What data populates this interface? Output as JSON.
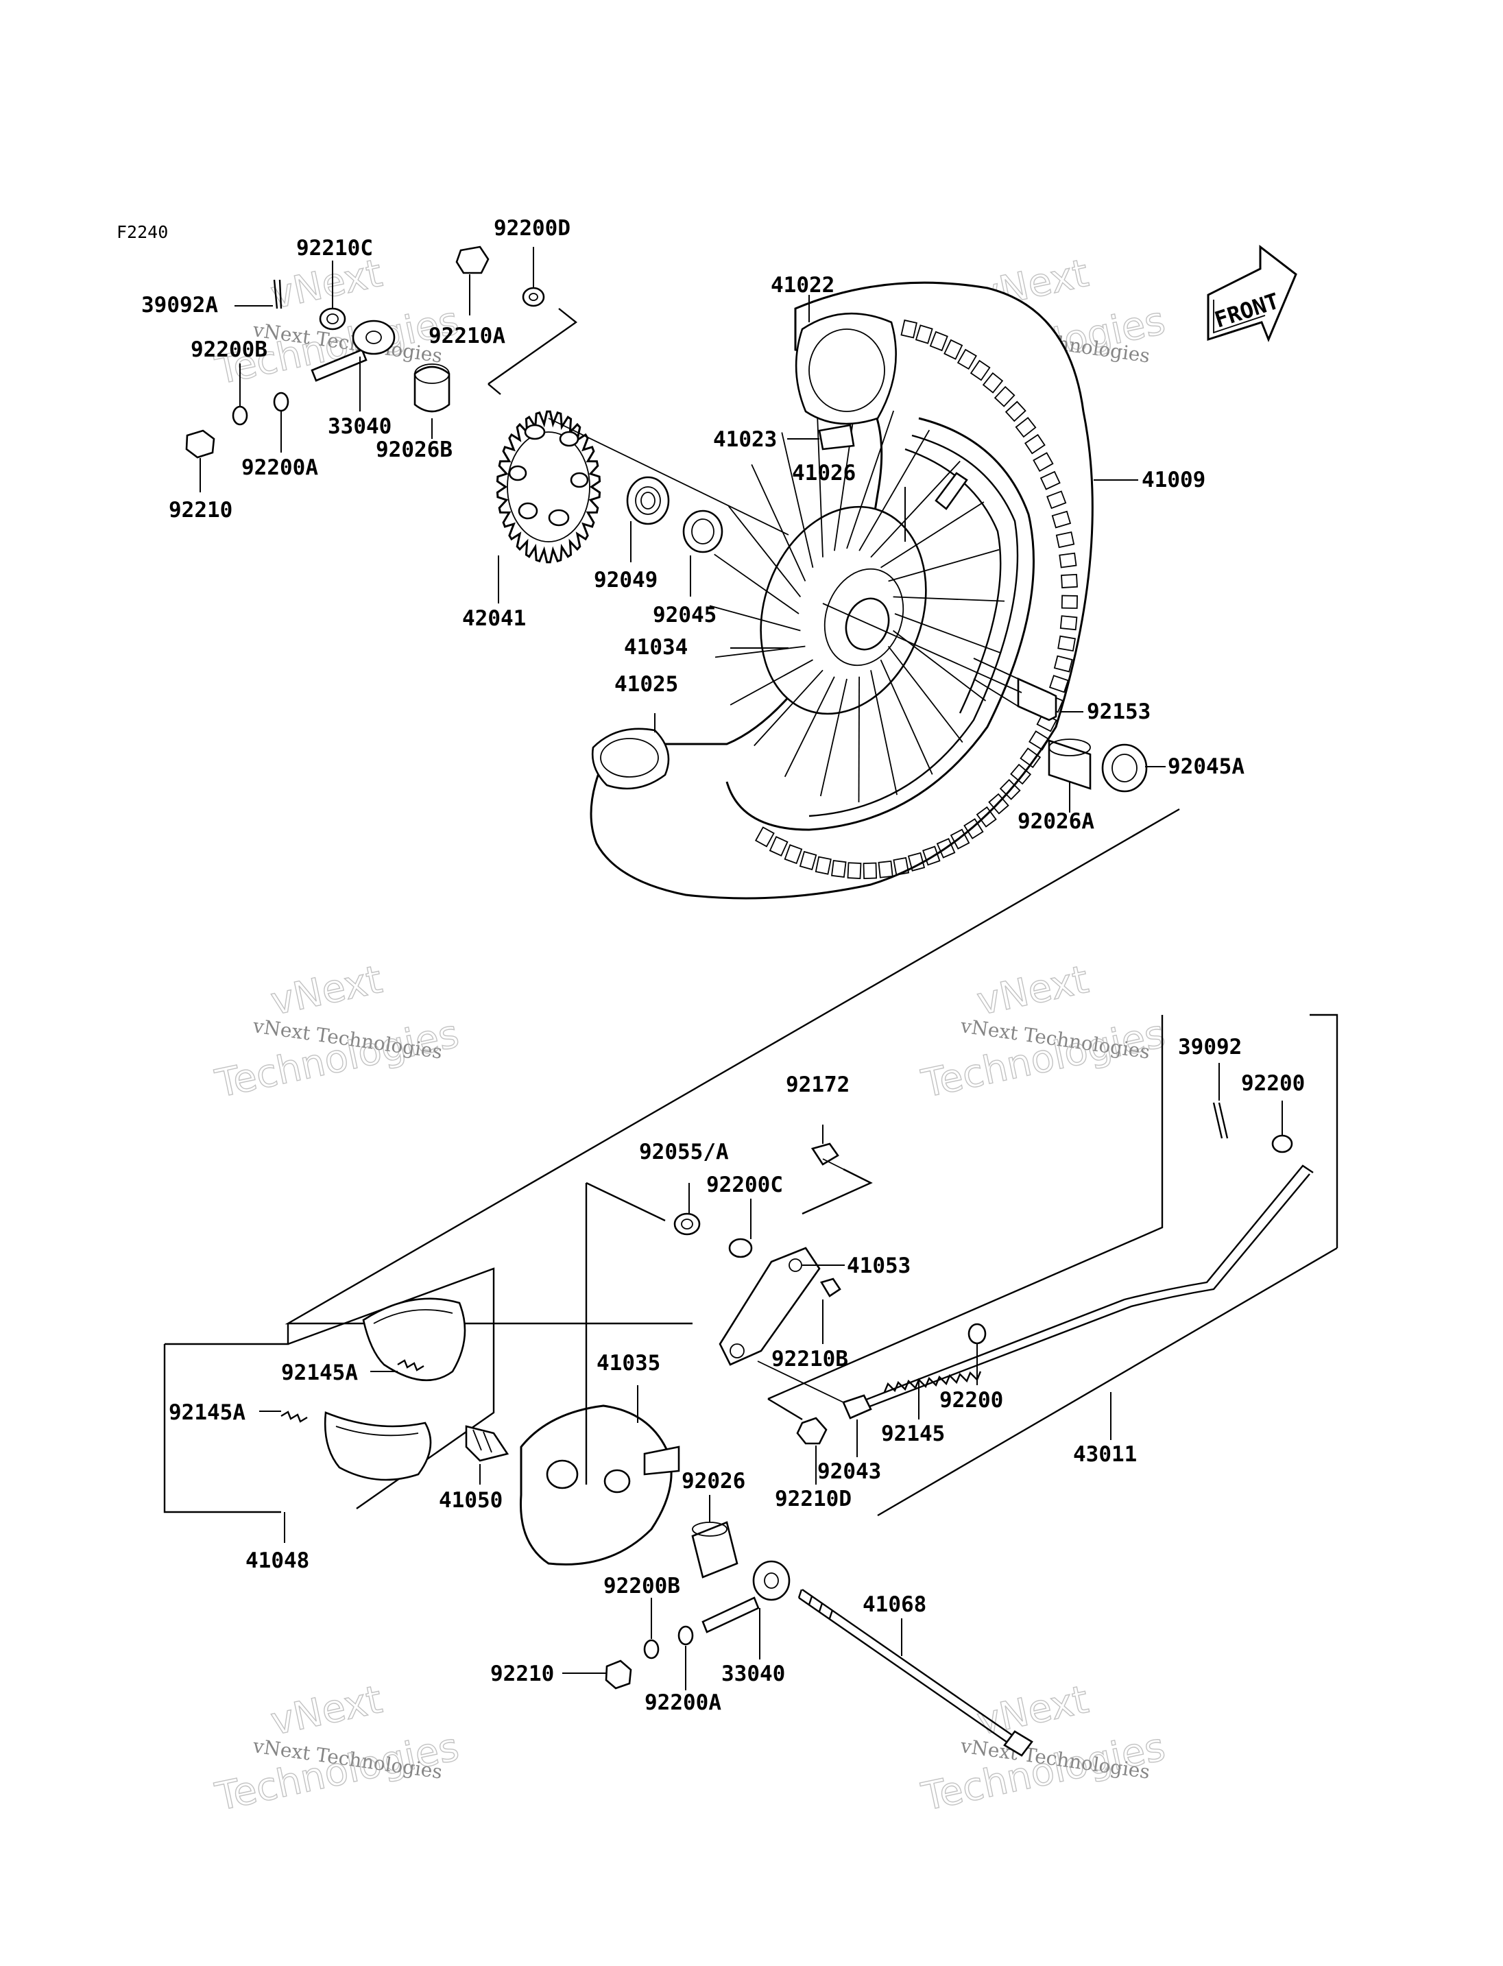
{
  "figure_code": "F2240",
  "front_label": "FRONT",
  "watermark": {
    "line1": "vNext Technologies",
    "line2": "vNext",
    "line3": "Technologies"
  },
  "part_labels": {
    "p92210C": "92210C",
    "p92200D": "92200D",
    "p39092A": "39092A",
    "p92210A": "92210A",
    "p92200B_top": "92200B",
    "p33040_top": "33040",
    "p92026B": "92026B",
    "p92200A_top": "92200A",
    "p92210_top": "92210",
    "p42041": "42041",
    "p92049": "92049",
    "p92045": "92045",
    "p41022": "41022",
    "p41023": "41023",
    "p41026": "41026",
    "p41009": "41009",
    "p41034": "41034",
    "p41025": "41025",
    "p92153": "92153",
    "p92045A": "92045A",
    "p92026A": "92026A",
    "p39092": "39092",
    "p92200": "92200",
    "p92172": "92172",
    "p92055A": "92055/A",
    "p92200C": "92200C",
    "p41053": "41053",
    "p92210B": "92210B",
    "p41035": "41035",
    "p92145A_mid": "92145A",
    "p92145A_left": "92145A",
    "p41050": "41050",
    "p41048": "41048",
    "p92026": "92026",
    "p92200B_bot": "92200B",
    "p92210_bot": "92210",
    "p33040_bot": "33040",
    "p92200A_bot": "92200A",
    "p41068": "41068",
    "p92145": "92145",
    "p92200_mid": "92200",
    "p92043": "92043",
    "p92210D": "92210D",
    "p43011": "43011"
  }
}
